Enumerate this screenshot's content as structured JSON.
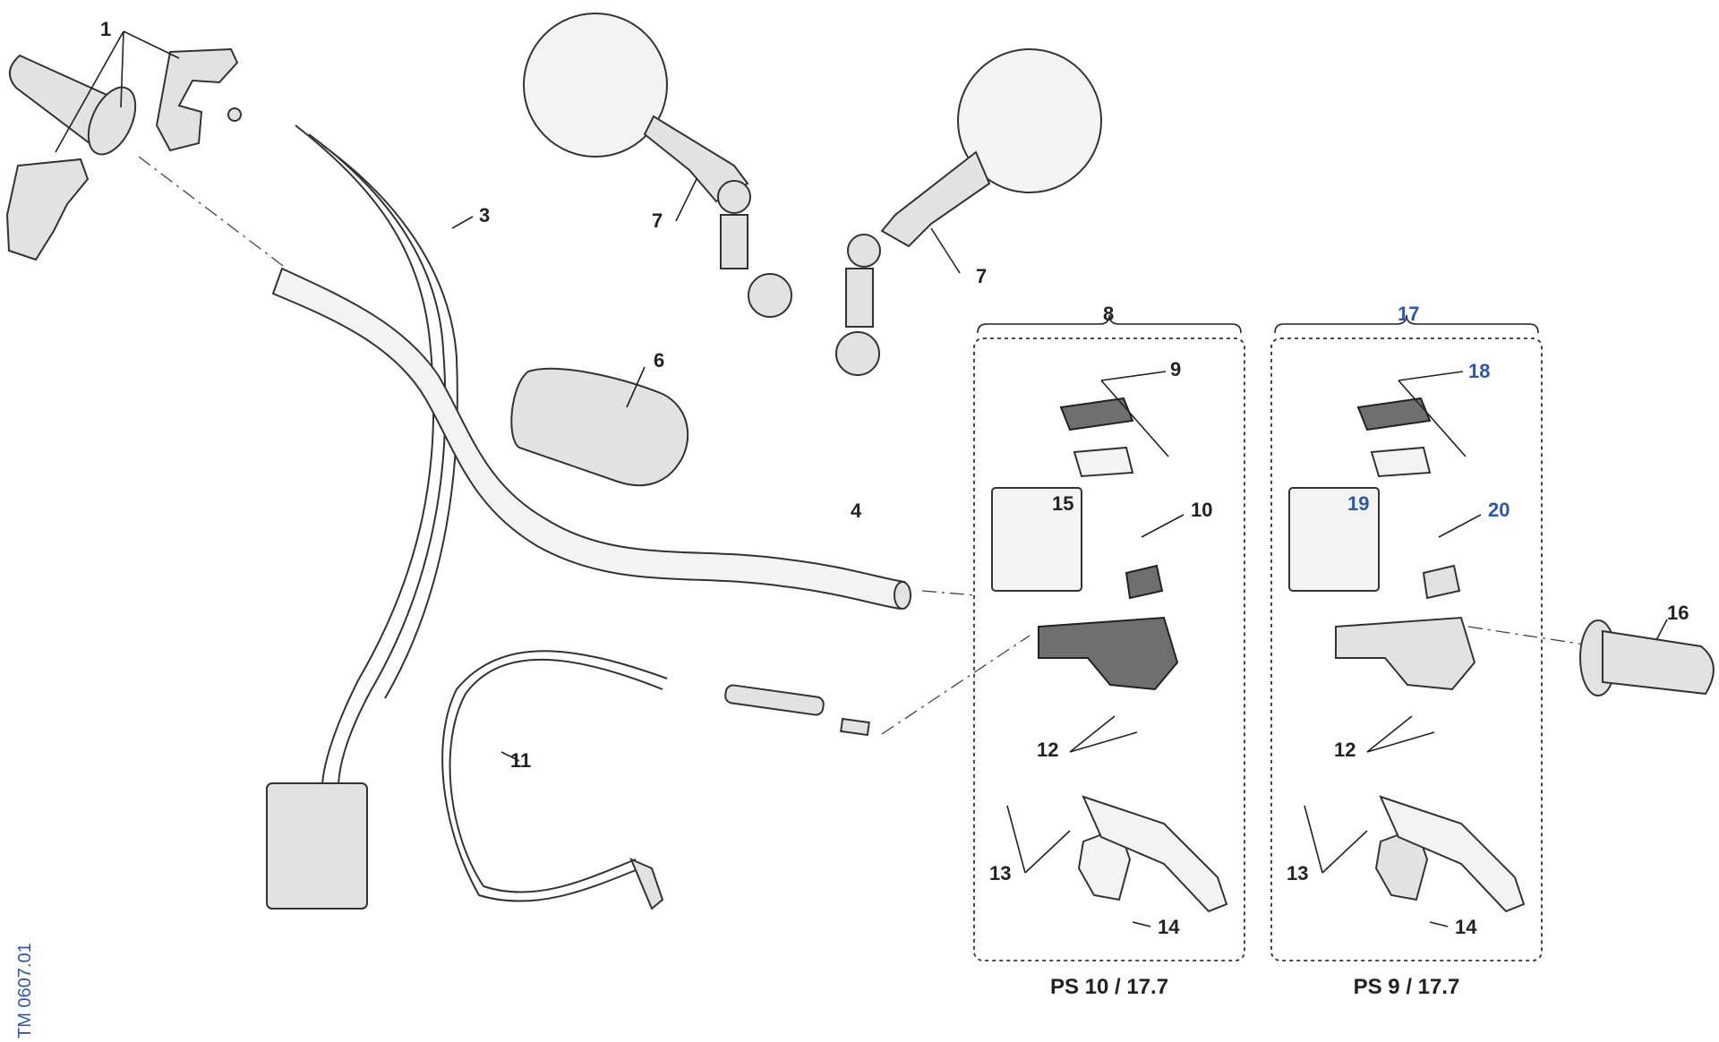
{
  "callouts": {
    "c1": "1",
    "c3": "3",
    "c4": "4",
    "c6": "6",
    "c7a": "7",
    "c7b": "7",
    "c8": "8",
    "c9": "9",
    "c10": "10",
    "c11": "11",
    "c12a": "12",
    "c12b": "12",
    "c13a": "13",
    "c13b": "13",
    "c14a": "14",
    "c14b": "14",
    "c15": "15",
    "c16": "16",
    "c17": "17",
    "c18": "18",
    "c19": "19",
    "c20": "20"
  },
  "groups": {
    "left_box_title": "PS 10 / 17.7",
    "right_box_title": "PS 9 / 17.7"
  },
  "drawing_code": "TM 0607.01",
  "colors": {
    "line": "#222222",
    "highlight_blue": "#2f57a8",
    "part_fill": "#e2e2e2",
    "part_dark": "#6f6f6f"
  }
}
